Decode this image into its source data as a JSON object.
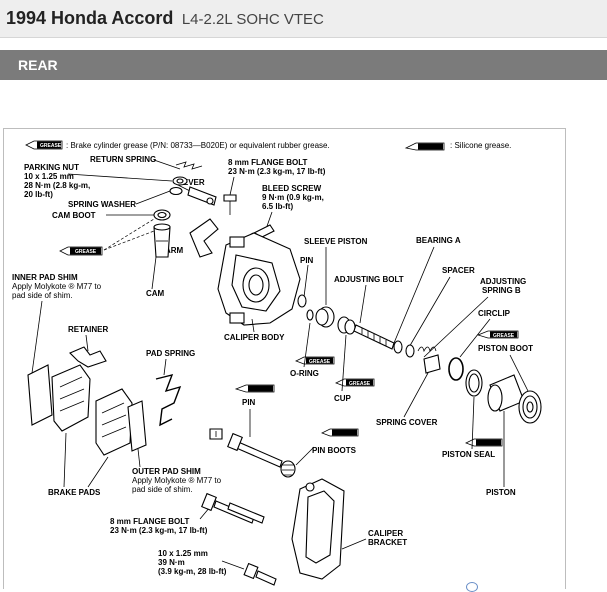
{
  "header": {
    "title": "1994 Honda Accord",
    "subtitle": "L4-2.2L SOHC VTEC"
  },
  "section": {
    "label": "REAR"
  },
  "diagram": {
    "legend_brake_grease": ": Brake cylinder grease (P/N: 08733—B020E) or equivalent rubber grease.",
    "legend_silicone_grease": ": Silicone grease.",
    "tube_label_grease": "GREASE",
    "labels": {
      "parking_nut": "PARKING NUT",
      "parking_nut_spec_1": "10 x 1.25 mm",
      "parking_nut_spec_2": "28 N·m (2.8 kg-m,",
      "parking_nut_spec_3": "20 lb-ft)",
      "return_spring": "RETURN SPRING",
      "lever": "LEVER",
      "spring_washer": "SPRING WASHER",
      "cam_boot": "CAM BOOT",
      "arm": "ARM",
      "cam": "CAM",
      "flange_bolt_top": "8 mm FLANGE BOLT",
      "flange_bolt_top_spec": "23 N·m (2.3 kg-m, 17 lb-ft)",
      "bleed_screw": "BLEED SCREW",
      "bleed_screw_spec_1": "9 N·m (0.9 kg-m,",
      "bleed_screw_spec_2": "6.5 lb-ft)",
      "sleeve_piston": "SLEEVE PISTON",
      "bearing_a": "BEARING A",
      "pin": "PIN",
      "spacer": "SPACER",
      "adjusting_bolt": "ADJUSTING BOLT",
      "adjusting_spring_b_1": "ADJUSTING",
      "adjusting_spring_b_2": "SPRING B",
      "circlip": "CIRCLIP",
      "piston_boot": "PISTON BOOT",
      "inner_pad_shim": "INNER PAD SHIM",
      "inner_pad_shim_note_1": "Apply Molykote ®  M77 to",
      "inner_pad_shim_note_2": "pad side of shim.",
      "caliper_body": "CALIPER BODY",
      "retainer": "RETAINER",
      "o_ring": "O-RING",
      "cup": "CUP",
      "pad_spring": "PAD SPRING",
      "spring_cover": "SPRING COVER",
      "pin_lower": "PIN",
      "piston_seal": "PISTON SEAL",
      "pin_boots": "PIN BOOTS",
      "outer_pad_shim": "OUTER PAD SHIM",
      "outer_pad_shim_note_1": "Apply Molykote ®  M77 to",
      "outer_pad_shim_note_2": "pad side of shim.",
      "brake_pads": "BRAKE PADS",
      "piston": "PISTON",
      "flange_bolt_bottom": "8 mm FLANGE BOLT",
      "flange_bolt_bottom_spec": "23 N·m (2.3 kg-m, 17 lb-ft)",
      "caliper_bracket_1": "CALIPER",
      "caliper_bracket_2": "BRACKET",
      "bracket_bolt_spec_1": "10 x 1.25 mm",
      "bracket_bolt_spec_2": "39 N·m",
      "bracket_bolt_spec_3": "(3.9 kg-m, 28 lb-ft)"
    }
  }
}
